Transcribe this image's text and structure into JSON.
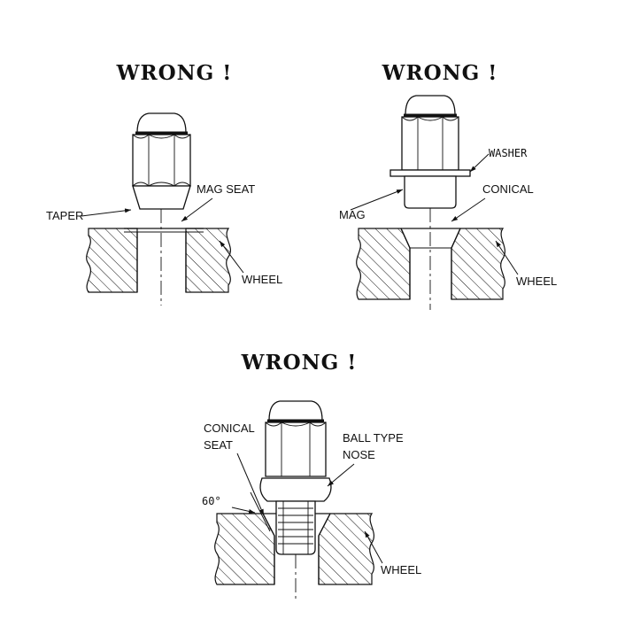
{
  "diagrams": [
    {
      "title": "WRONG !",
      "labels": {
        "taper": "TAPER",
        "mag_seat": "MAG SEAT",
        "wheel": "WHEEL"
      }
    },
    {
      "title": "WRONG !",
      "labels": {
        "washer": "WASHER",
        "conical": "CONICAL",
        "mag": "MAG",
        "wheel": "WHEEL"
      }
    },
    {
      "title": "WRONG !",
      "labels": {
        "conical_seat_line1": "CONICAL",
        "conical_seat_line2": "SEAT",
        "ball_type_line1": "BALL TYPE",
        "ball_type_line2": "NOSE",
        "angle": "60°",
        "wheel": "WHEEL"
      }
    }
  ]
}
